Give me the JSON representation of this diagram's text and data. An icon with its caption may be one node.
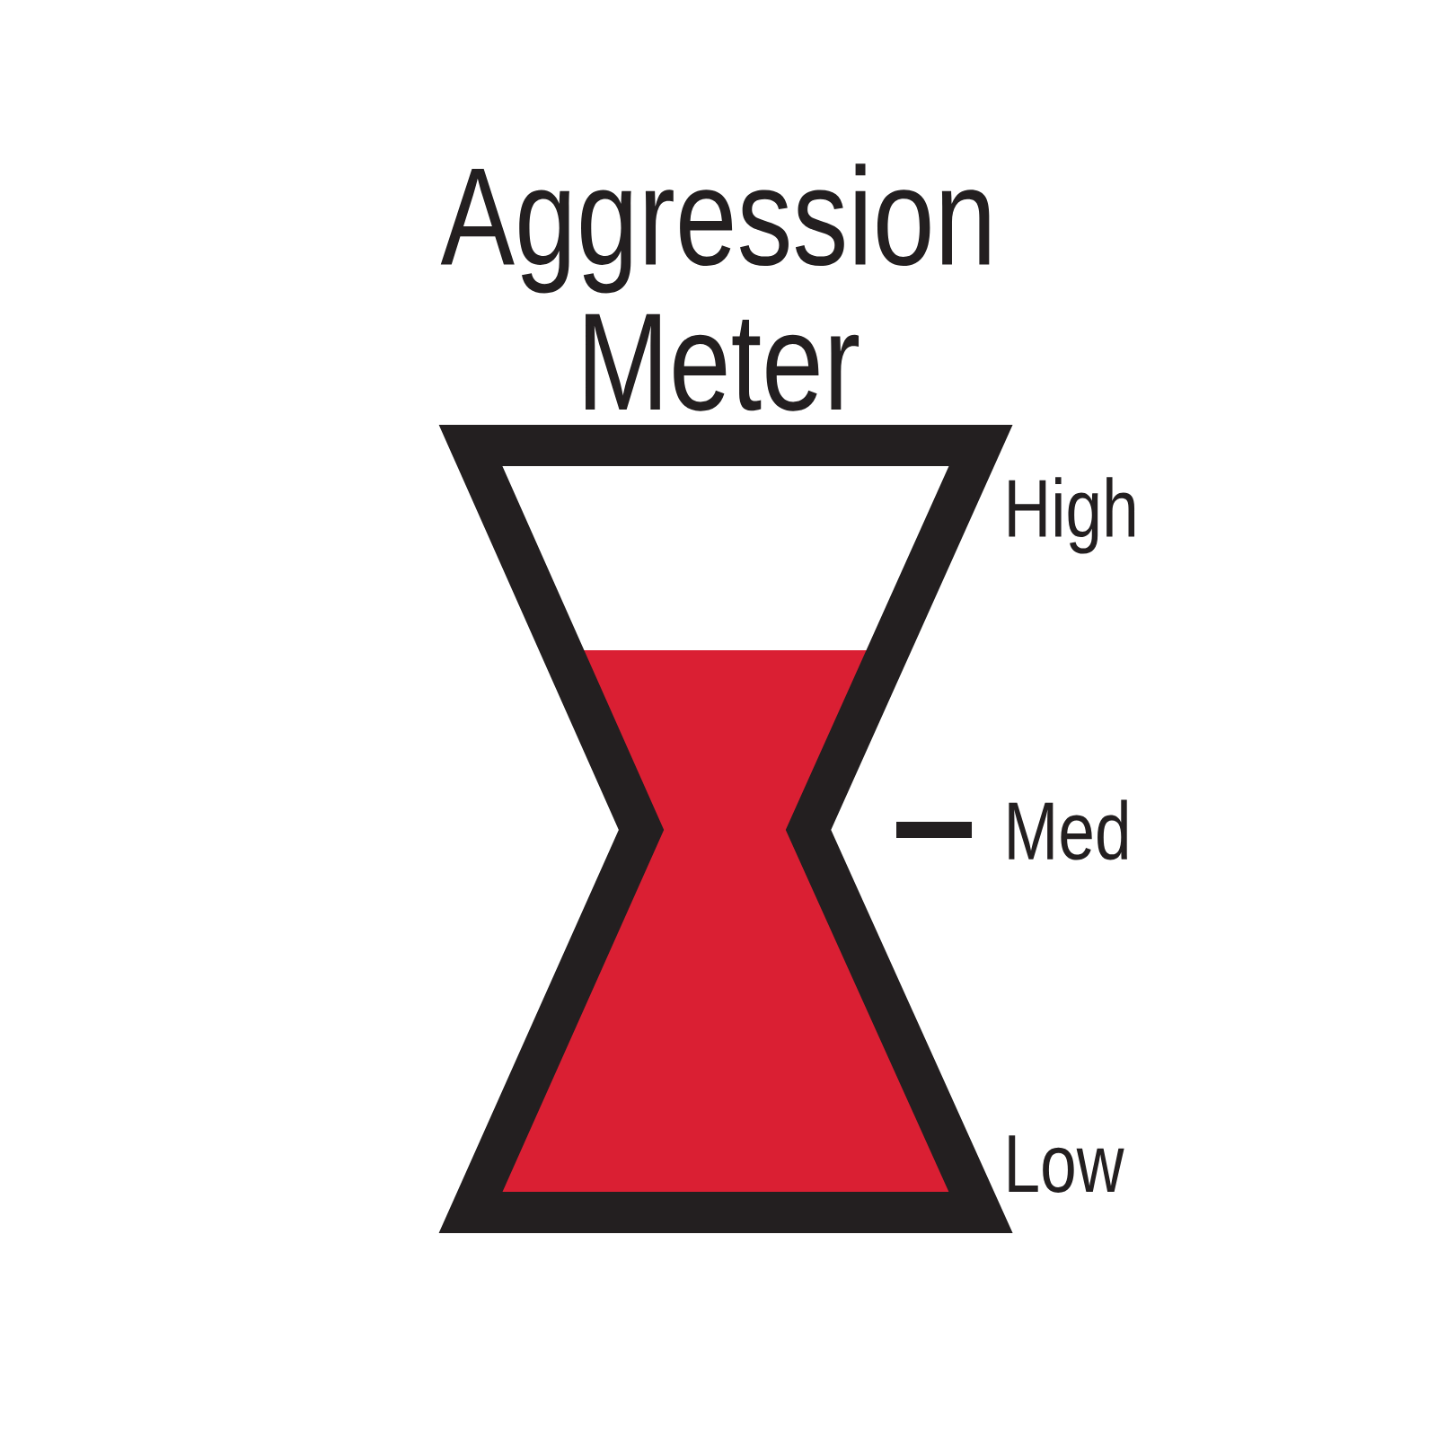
{
  "diagram": {
    "title": "Aggression Meter",
    "labels": [
      "High",
      "Med",
      "Low"
    ]
  }
}
